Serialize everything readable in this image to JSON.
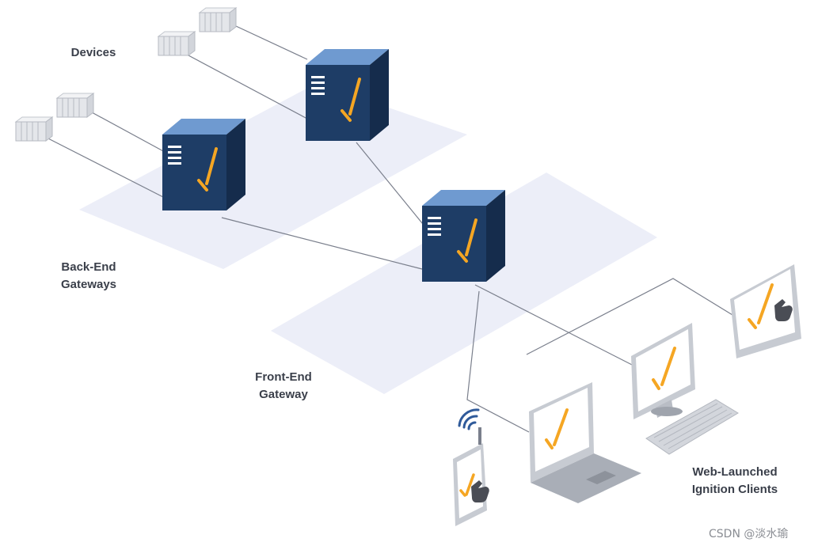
{
  "labels": {
    "devices": "Devices",
    "backend_line1": "Back-End",
    "backend_line2": "Gateways",
    "frontend_line1": "Front-End",
    "frontend_line2": "Gateway",
    "clients_line1": "Web-Launched",
    "clients_line2": "Ignition Clients"
  },
  "watermark": "CSDN @淡水瑜",
  "colors": {
    "server_front": "#1e3d66",
    "server_side": "#152c4c",
    "server_top": "#6f9ad0",
    "logo_accent": "#f5a623",
    "plane": "#eceef8",
    "line": "#7a7f8c",
    "label": "#3a3f4a"
  },
  "icons": [
    "server-icon",
    "plc-device-icon",
    "monitor-icon",
    "laptop-icon",
    "keyboard-icon",
    "tablet-icon",
    "handheld-device-icon",
    "wifi-icon",
    "pointing-hand-icon",
    "ignition-logo-icon"
  ]
}
